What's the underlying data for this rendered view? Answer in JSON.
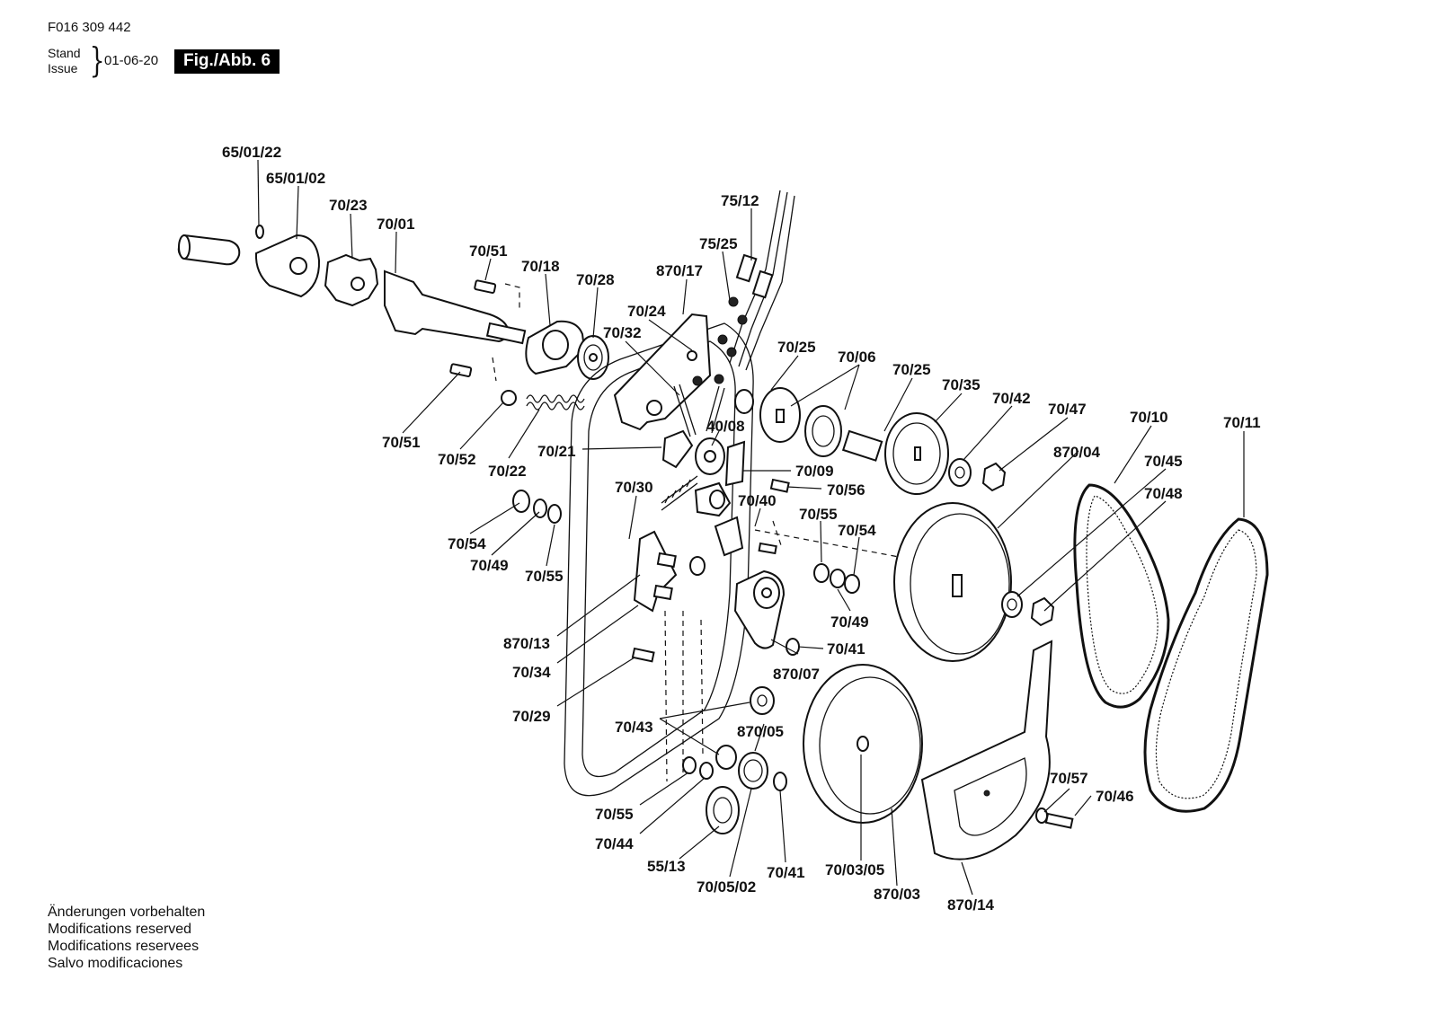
{
  "header": {
    "doc_number": "F016 309 442",
    "stand_label": "Stand",
    "issue_label": "Issue",
    "date": "01-06-20",
    "figure": "Fig./Abb. 6"
  },
  "footer": {
    "lines": [
      "Änderungen vorbehalten",
      "Modifications reserved",
      "Modifications reservees",
      "Salvo modificaciones"
    ]
  },
  "diagram": {
    "labels": {
      "l_65_01_22": "65/01/22",
      "l_65_01_02": "65/01/02",
      "l_70_23": "70/23",
      "l_70_01": "70/01",
      "l_70_51a": "70/51",
      "l_70_18": "70/18",
      "l_70_28": "70/28",
      "l_75_12": "75/12",
      "l_75_25": "75/25",
      "l_870_17": "870/17",
      "l_70_24": "70/24",
      "l_70_32": "70/32",
      "l_70_25a": "70/25",
      "l_70_06": "70/06",
      "l_70_25b": "70/25",
      "l_70_35": "70/35",
      "l_70_42": "70/42",
      "l_70_47": "70/47",
      "l_70_10": "70/10",
      "l_70_11": "70/11",
      "l_70_51b": "70/51",
      "l_70_52": "70/52",
      "l_70_22": "70/22",
      "l_70_21": "70/21",
      "l_40_08": "40/08",
      "l_70_09": "70/09",
      "l_70_56": "70/56",
      "l_870_04": "870/04",
      "l_70_45": "70/45",
      "l_70_48": "70/48",
      "l_70_30": "70/30",
      "l_70_40": "70/40",
      "l_70_55a": "70/55",
      "l_70_54a": "70/54",
      "l_70_54b": "70/54",
      "l_70_49a": "70/49",
      "l_70_55b": "70/55",
      "l_70_49b": "70/49",
      "l_870_13": "870/13",
      "l_70_41a": "70/41",
      "l_70_34": "70/34",
      "l_870_07": "870/07",
      "l_70_29": "70/29",
      "l_70_43": "70/43",
      "l_870_05": "870/05",
      "l_70_57": "70/57",
      "l_70_46": "70/46",
      "l_70_55c": "70/55",
      "l_70_44": "70/44",
      "l_55_13": "55/13",
      "l_70_41b": "70/41",
      "l_70_03_05": "70/03/05",
      "l_70_05_02": "70/05/02",
      "l_870_03": "870/03",
      "l_870_14": "870/14"
    }
  }
}
